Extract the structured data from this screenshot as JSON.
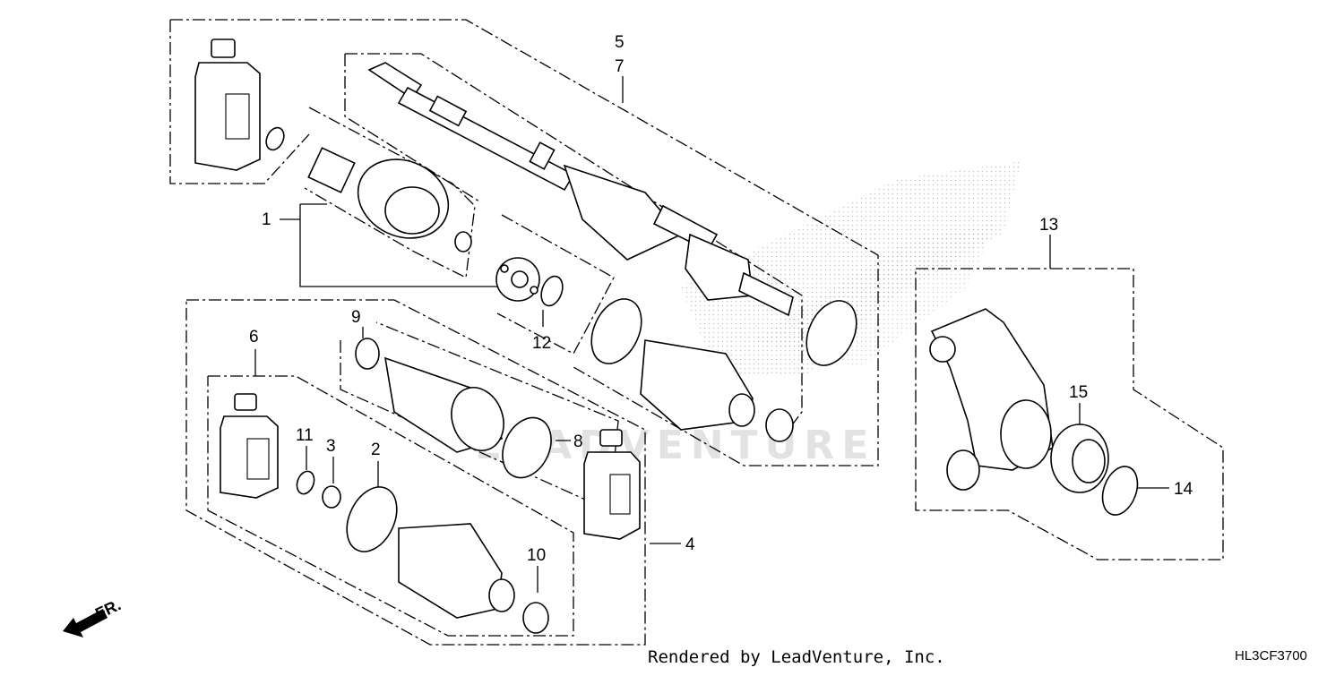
{
  "diagram": {
    "callouts": {
      "c1": "1",
      "c2": "2",
      "c3": "3",
      "c4": "4",
      "c5": "5",
      "c6": "6",
      "c7": "7",
      "c8": "8",
      "c9": "9",
      "c10": "10",
      "c11": "11",
      "c12": "12",
      "c13": "13",
      "c14": "14",
      "c15": "15"
    },
    "watermark": "LEADVENTURE",
    "direction_label": "FR.",
    "footer_text": "Rendered by LeadVenture, Inc.",
    "diagram_code": "HL3CF3700"
  },
  "colors": {
    "ink": "#000000",
    "background": "#ffffff",
    "watermark": "#e2e2e2"
  }
}
